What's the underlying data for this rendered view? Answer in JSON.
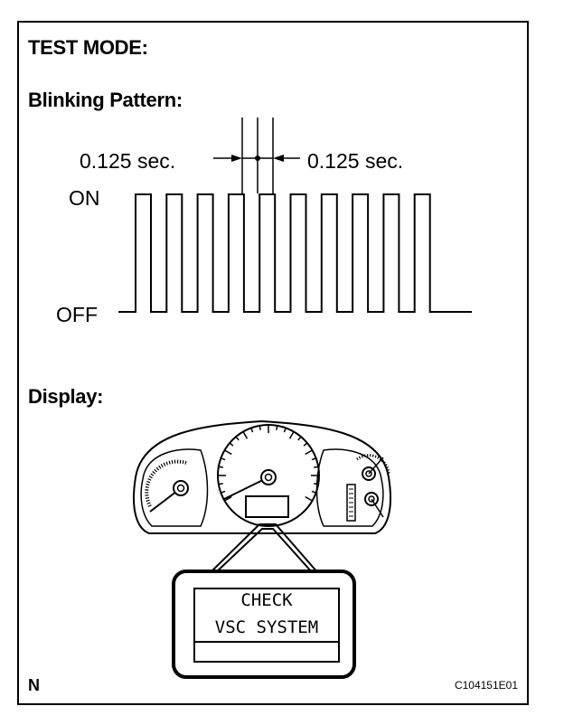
{
  "headings": {
    "test_mode": "TEST MODE:",
    "blinking_pattern": "Blinking Pattern:",
    "display": "Display:"
  },
  "timing": {
    "left_label": "0.125 sec.",
    "right_label": "0.125 sec."
  },
  "signal": {
    "on_label": "ON",
    "off_label": "OFF",
    "pulse_count": 10
  },
  "display_panel": {
    "line1": "CHECK",
    "line2": "VSC SYSTEM"
  },
  "footer": {
    "corner_label": "N",
    "figure_code": "C104151E01"
  }
}
